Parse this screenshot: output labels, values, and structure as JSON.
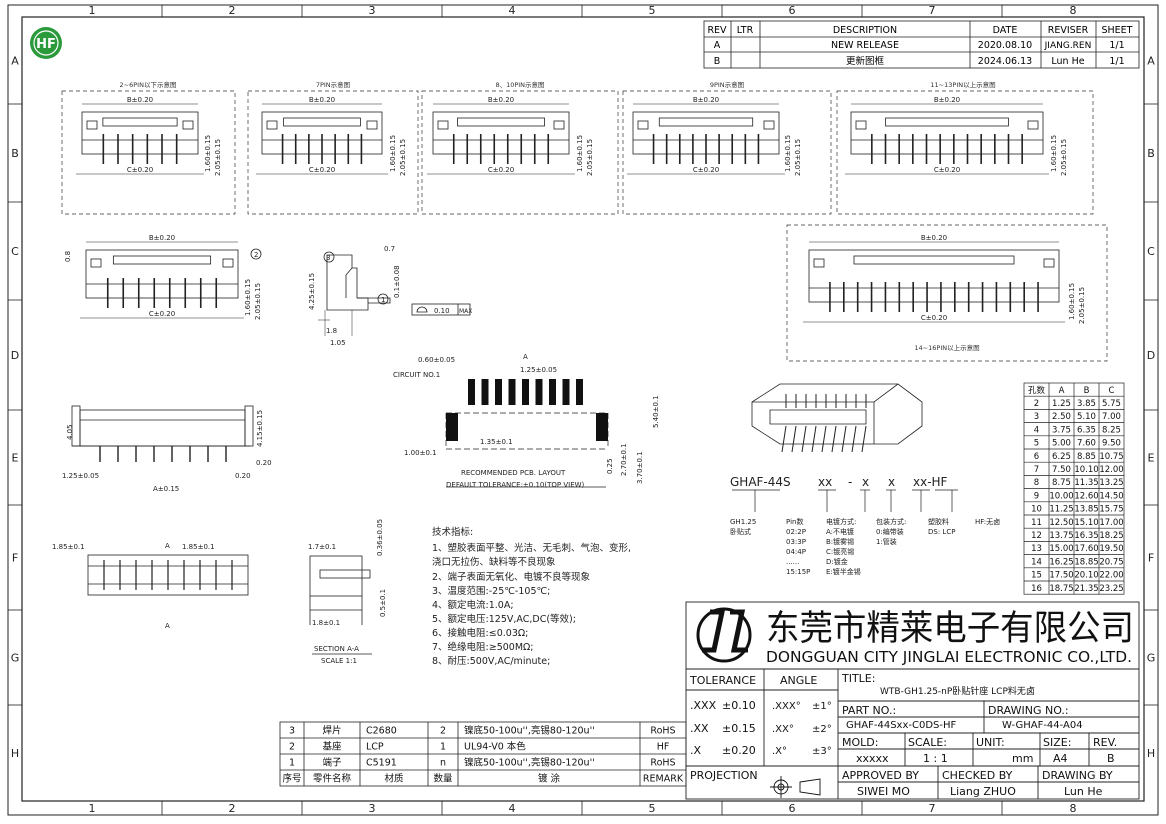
{
  "zone_cols": [
    "1",
    "2",
    "3",
    "4",
    "5",
    "6",
    "7",
    "8"
  ],
  "zone_rows": [
    "A",
    "B",
    "C",
    "D",
    "E",
    "F",
    "G",
    "H"
  ],
  "logo_text": "HF",
  "revision": {
    "headers": [
      "REV",
      "LTR",
      "DESCRIPTION",
      "DATE",
      "REVISER",
      "SHEET"
    ],
    "rows": [
      {
        "rev": "A",
        "ltr": "",
        "desc": "NEW RELEASE",
        "date": "2020.08.10",
        "reviser": "JIANG.REN",
        "sheet": "1/1"
      },
      {
        "rev": "B",
        "ltr": "",
        "desc": "更新图框",
        "date": "2024.06.13",
        "reviser": "Lun He",
        "sheet": "1/1"
      }
    ]
  },
  "views": {
    "v1_caption": "2~6PIN以下示意图",
    "v2_caption": "7PIN示意图",
    "v3_caption": "8、10PIN示意图",
    "v4_caption": "9PIN示意图",
    "v5_caption": "11~13PIN以上示意图",
    "v6_caption": "14~16PIN以上示意图",
    "dim_b": "B±0.20",
    "dim_c": "C±0.20",
    "dim_160": "1.60±0.15",
    "dim_205": "2.05±0.15",
    "dim_08": "0.8",
    "balloon_1": "1",
    "balloon_2": "2",
    "balloon_3": "3",
    "dim_07": "0.7",
    "dim_425": "4.25±0.15",
    "dim_018": "0.1±0.08",
    "dim_18": "1.8",
    "dim_105": "1.05",
    "flat_tol": "0.10",
    "flat_max": "MAX",
    "dim_405": "4.05",
    "dim_415": "4.15±0.15",
    "dim_125_05": "1.25±0.05",
    "dim_a015": "A±0.15",
    "dim_020": "0.20",
    "dim_185": "1.85±0.1",
    "sec_a": "A",
    "dim_17": "1.7±0.1",
    "dim_036": "0.36±0.05",
    "dim_18b": "1.8±0.1",
    "dim_05": "0.5±0.1",
    "section_label": "SECTION A-A",
    "scale_label": "SCALE 1:1"
  },
  "pcb": {
    "pitch_060": "0.60±0.05",
    "circuit": "CIRCUIT NO.1",
    "dim_a": "A",
    "pitch_125": "1.25±0.05",
    "dim_540": "5.40±0.1",
    "dim_135": "1.35±0.1",
    "dim_100": "1.00±0.1",
    "dim_025": "0.25",
    "dim_270": "2.70±0.1",
    "dim_370": "3.70±0.1",
    "layout_title": "RECOMMENDED PCB. LAYOUT",
    "tolerance": "DEFAULT TOLERANCE:±0.10(TOP VIEW)"
  },
  "part_code": {
    "p1": "GHAF-44S",
    "p2": "xx",
    "dash1": "-",
    "p3": "x",
    "p4": "x",
    "p5": "xx-HF",
    "d1a": "GH1.25",
    "d1b": "卧贴式",
    "d2": [
      "Pin数",
      "02:2P",
      "03:3P",
      "04:4P",
      "......",
      "15:15P"
    ],
    "d3": [
      "电镀方式:",
      "A:不电镀",
      "B:镀雾锡",
      "C:镀亮锡",
      "D:镀金",
      "E:镀半金锡"
    ],
    "d4": [
      "包装方式:",
      "0:编带装",
      "1:管装"
    ],
    "d5": [
      "塑胶料",
      "DS: LCP"
    ],
    "d6": "HF:无卤"
  },
  "specs": {
    "title": "技术指标:",
    "lines": [
      "1、塑胶表面平整、光洁、无毛刺、气泡、变形,",
      "浇口无拉伤、缺料等不良现象",
      "2、端子表面无氧化、电镀不良等现象",
      "3、温度范围:-25℃-105℃;",
      "4、额定电流:1.0A;",
      "5、额定电压:125V,AC,DC(等效);",
      "6、接触电阻:≤0.03Ω;",
      "7、绝缘电阻:≥500MΩ;",
      "8、耐压:500V,AC/minute;"
    ]
  },
  "dim_table": {
    "headers": [
      "孔数",
      "A",
      "B",
      "C"
    ],
    "rows": [
      [
        "2",
        "1.25",
        "3.85",
        "5.75"
      ],
      [
        "3",
        "2.50",
        "5.10",
        "7.00"
      ],
      [
        "4",
        "3.75",
        "6.35",
        "8.25"
      ],
      [
        "5",
        "5.00",
        "7.60",
        "9.50"
      ],
      [
        "6",
        "6.25",
        "8.85",
        "10.75"
      ],
      [
        "7",
        "7.50",
        "10.10",
        "12.00"
      ],
      [
        "8",
        "8.75",
        "11.35",
        "13.25"
      ],
      [
        "9",
        "10.00",
        "12.60",
        "14.50"
      ],
      [
        "10",
        "11.25",
        "13.85",
        "15.75"
      ],
      [
        "11",
        "12.50",
        "15.10",
        "17.00"
      ],
      [
        "12",
        "13.75",
        "16.35",
        "18.25"
      ],
      [
        "13",
        "15.00",
        "17.60",
        "19.50"
      ],
      [
        "14",
        "16.25",
        "18.85",
        "20.75"
      ],
      [
        "15",
        "17.50",
        "20.10",
        "22.00"
      ],
      [
        "16",
        "18.75",
        "21.35",
        "23.25"
      ]
    ]
  },
  "company": {
    "cn": "东莞市精莱电子有限公司",
    "en": "DONGGUAN CITY JINGLAI ELECTRONIC CO.,LTD."
  },
  "title_block": {
    "tolerance_h": "TOLERANCE",
    "angle_h": "ANGLE",
    "tol_rows": [
      {
        "k": ".XXX",
        "v": "±0.10",
        "ak": ".XXX°",
        "av": "±1°"
      },
      {
        "k": ".XX",
        "v": "±0.15",
        "ak": ".XX°",
        "av": "±2°"
      },
      {
        "k": ".X",
        "v": "±0.20",
        "ak": ".X°",
        "av": "±3°"
      }
    ],
    "title_h": "TITLE:",
    "title_v": "WTB-GH1.25-nP卧贴针座 LCP料无卤",
    "part_h": "PART NO.:",
    "part_v": "GHAF-44Sxx-C0DS-HF",
    "drawing_h": "DRAWING NO.:",
    "drawing_v": "W-GHAF-44-A04",
    "mold_h": "MOLD:",
    "mold_v": "xxxxx",
    "scale_h": "SCALE:",
    "scale_v": "1 : 1",
    "unit_h": "UNIT:",
    "unit_v": "mm",
    "size_h": "SIZE:",
    "size_v": "A4",
    "rev_h": "REV.",
    "rev_v": "B",
    "projection_h": "PROJECTION",
    "approved_h": "APPROVED BY",
    "approved_v": "SIWEI MO",
    "checked_h": "CHECKED BY",
    "checked_v": "Liang ZHUO",
    "drawingby_h": "DRAWING BY",
    "drawingby_v": "Lun He"
  },
  "bom": {
    "rows": [
      [
        "3",
        "焊片",
        "C2680",
        "2",
        "镍底50-100u'',亮锡80-120u''",
        "RoHS"
      ],
      [
        "2",
        "基座",
        "LCP",
        "1",
        "UL94-V0 本色",
        "HF"
      ],
      [
        "1",
        "端子",
        "C5191",
        "n",
        "镍底50-100u'',亮锡80-120u''",
        "RoHS"
      ]
    ],
    "headers": [
      "序号",
      "零件名称",
      "材质",
      "数量",
      "镀 涂",
      "REMARK"
    ]
  }
}
